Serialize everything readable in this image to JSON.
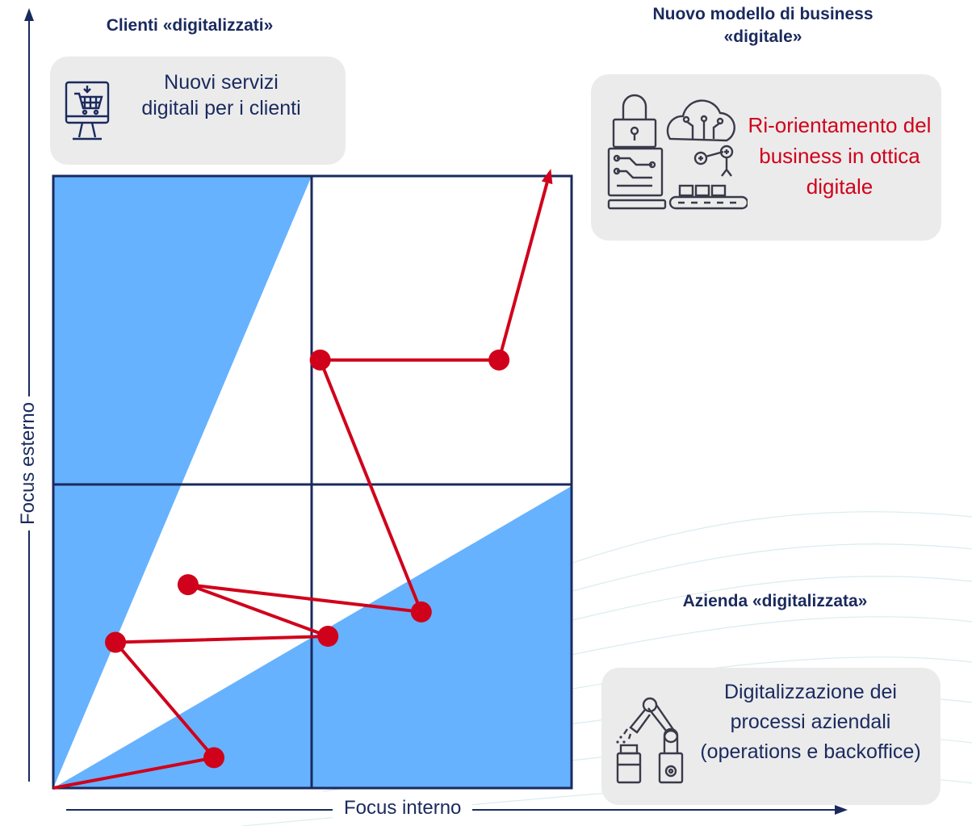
{
  "quadrants": {
    "top_left": {
      "title": "Clienti «digitalizzati»",
      "card_text": "Nuovi servizi digitali per i clienti",
      "icon": "shopping-cart-monitor-icon"
    },
    "top_right": {
      "title": "Nuovo modello di business «digitale»",
      "card_text": "Ri-orientamento del business in ottica digitale",
      "icon": "digital-business-icon"
    },
    "bottom_right": {
      "title": "Azienda «digitalizzata»",
      "card_text": "Digitalizzazione dei processi aziendali (operations e backoffice)",
      "icon": "robot-arm-icon"
    }
  },
  "axes": {
    "x_label": "Focus interno",
    "y_label": "Focus esterno"
  },
  "colors": {
    "navy": "#1a2a5e",
    "blue_fill": "#66b2ff",
    "path_red": "#d0021b",
    "card_bg": "#ebebeb"
  },
  "path": {
    "points": [
      [
        0,
        0
      ],
      [
        0.62,
        0.1
      ],
      [
        0.24,
        0.48
      ],
      [
        1.06,
        0.5
      ],
      [
        0.52,
        0.67
      ],
      [
        1.42,
        0.58
      ],
      [
        1.03,
        1.41
      ],
      [
        1.72,
        1.41
      ]
    ],
    "arrow_end": [
      1.92,
      2.04
    ]
  }
}
